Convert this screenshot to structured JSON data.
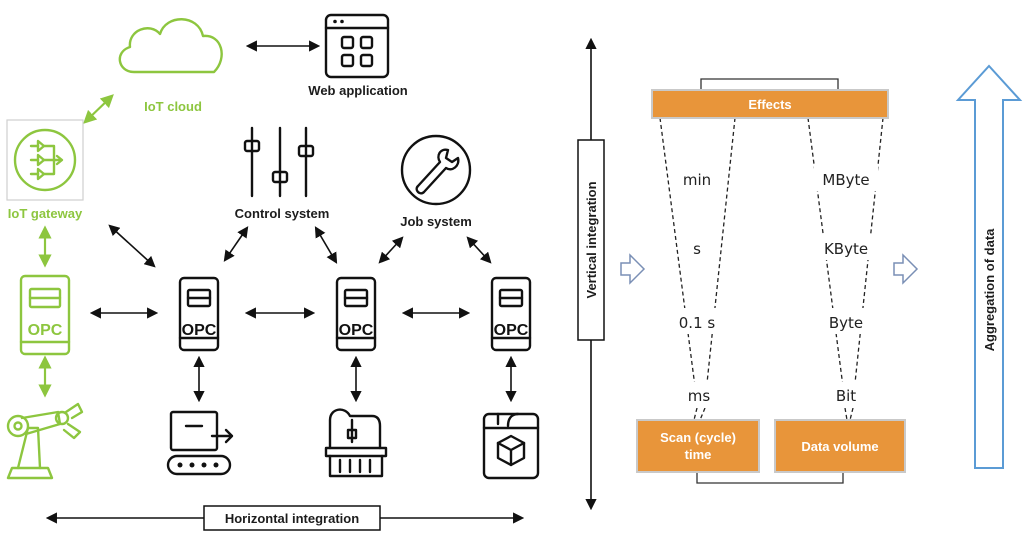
{
  "labels": {
    "iot_cloud": "IoT cloud",
    "web_application": "Web application",
    "iot_gateway": "IoT gateway",
    "control_system": "Control system",
    "job_system": "Job system",
    "horizontal_integration": "Horizontal integration",
    "vertical_integration": "Vertical integration",
    "aggregation_of_data": "Aggregation of data",
    "opc": "OPC"
  },
  "pyramid": {
    "top_box": "Effects",
    "time_scale": [
      "min",
      "s",
      "0.1 s",
      "ms"
    ],
    "data_scale": [
      "MByte",
      "KByte",
      "Byte",
      "Bit"
    ],
    "bottom_left_box_line1": "Scan (cycle)",
    "bottom_left_box_line2": "time",
    "bottom_right_box": "Data volume"
  },
  "colors": {
    "accent_green": "#8dc63f",
    "box_orange": "#e8953a",
    "aggregation_arrow": "#5b9bd5",
    "line": "#111111"
  },
  "icons": [
    "cloud-icon",
    "web-app-icon",
    "iot-gateway-icon",
    "opc-server-icon",
    "robot-arm-icon",
    "sliders-icon",
    "wrench-icon",
    "conveyor-icon",
    "cnc-machine-icon",
    "printer-3d-icon",
    "hollow-arrow-icon"
  ]
}
